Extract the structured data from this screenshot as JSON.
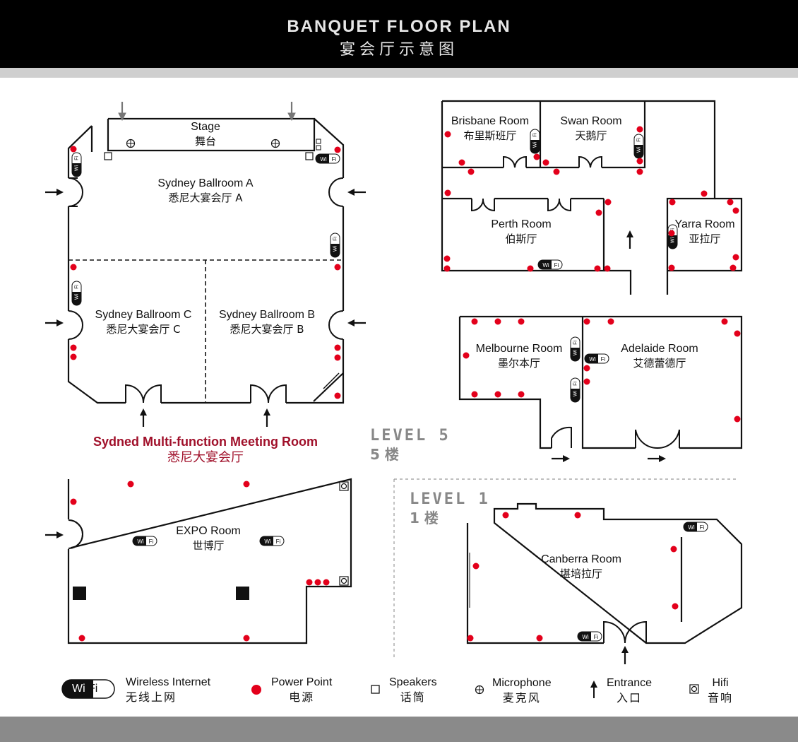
{
  "header": {
    "title_en": "BANQUET FLOOR PLAN",
    "title_cn": "宴会厅示意图"
  },
  "stage": {
    "en": "Stage",
    "cn": "舞台"
  },
  "rooms": {
    "sydney_a": {
      "en": "Sydney Ballroom A",
      "cn": "悉尼大宴会厅 A"
    },
    "sydney_b": {
      "en": "Sydney Ballroom B",
      "cn": "悉尼大宴会厅 B"
    },
    "sydney_c": {
      "en": "Sydney Ballroom C",
      "cn": "悉尼大宴会厅 C"
    },
    "brisbane": {
      "en": "Brisbane Room",
      "cn": "布里斯班厅"
    },
    "swan": {
      "en": "Swan Room",
      "cn": "天鹅厅"
    },
    "perth": {
      "en": "Perth Room",
      "cn": "伯斯厅"
    },
    "yarra": {
      "en": "Yarra Room",
      "cn": "亚拉厅"
    },
    "melbourne": {
      "en": "Melbourne Room",
      "cn": "墨尔本厅"
    },
    "adelaide": {
      "en": "Adelaide Room",
      "cn": "艾德蕾德厅"
    },
    "expo": {
      "en": "EXPO Room",
      "cn": "世博厅"
    },
    "canberra": {
      "en": "Canberra Room",
      "cn": "堪培拉厅"
    }
  },
  "multi_function": {
    "en": "Sydned Multi-function Meeting Room",
    "cn": "悉尼大宴会厅"
  },
  "levels": {
    "level5": {
      "en": "LEVEL 5",
      "cn": "5 楼"
    },
    "level1": {
      "en": "LEVEL 1",
      "cn": "1 楼"
    }
  },
  "wifi_badge": {
    "wi": "Wi",
    "fi": "Fi"
  },
  "legend": {
    "wifi": {
      "en": "Wireless Internet",
      "cn": "无线上网"
    },
    "power": {
      "en": "Power Point",
      "cn": "电源"
    },
    "speakers": {
      "en": "Speakers",
      "cn": "话筒"
    },
    "microphone": {
      "en": "Microphone",
      "cn": "麦克风"
    },
    "entrance": {
      "en": "Entrance",
      "cn": "入口"
    },
    "hifi": {
      "en": "Hifi",
      "cn": "音响"
    }
  },
  "colors": {
    "power_point": "#e3001b",
    "wall": "#111111",
    "multi_title": "#a0102a",
    "level_text": "#888888"
  }
}
